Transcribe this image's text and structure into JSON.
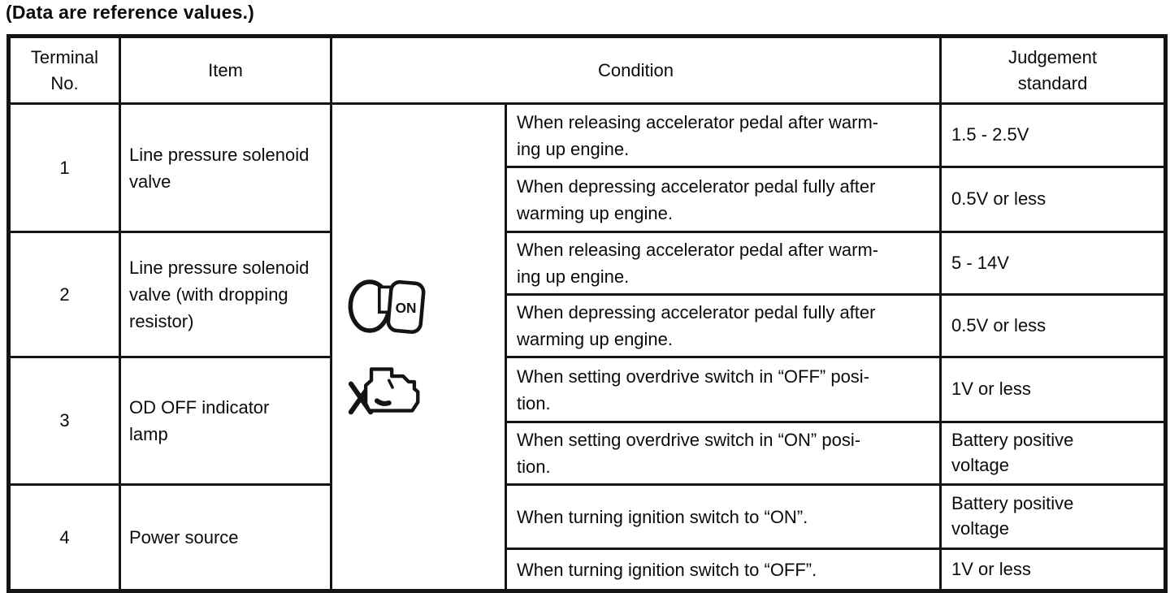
{
  "page_title": "(Data are reference values.)",
  "table": {
    "headers": {
      "terminal": "Terminal\nNo.",
      "item": "Item",
      "condition": "Condition",
      "judgement": "Judgement\nstandard"
    },
    "icons": {
      "ignition_on_label": "ON"
    },
    "rows": [
      {
        "terminal": "1",
        "item": "Line pressure solenoid\nvalve",
        "conditions": [
          {
            "condition": "When releasing accelerator pedal after warm-\ning up engine.",
            "judgement": "1.5 - 2.5V"
          },
          {
            "condition": "When depressing accelerator pedal fully after\nwarming up engine.",
            "judgement": "0.5V or less"
          }
        ]
      },
      {
        "terminal": "2",
        "item": "Line pressure solenoid\nvalve (with dropping\nresistor)",
        "conditions": [
          {
            "condition": "When releasing accelerator pedal after warm-\ning up engine.",
            "judgement": "5 - 14V"
          },
          {
            "condition": "When depressing accelerator pedal fully after\nwarming up engine.",
            "judgement": "0.5V or less"
          }
        ]
      },
      {
        "terminal": "3",
        "item": "OD OFF indicator\nlamp",
        "conditions": [
          {
            "condition": "When setting overdrive switch in “OFF” posi-\ntion.",
            "judgement": "1V or less"
          },
          {
            "condition": "When setting overdrive switch in “ON” posi-\ntion.",
            "judgement": "Battery positive\nvoltage"
          }
        ]
      },
      {
        "terminal": "4",
        "item": "Power source",
        "conditions": [
          {
            "condition": "When turning ignition switch to “ON”.",
            "judgement": "Battery positive\nvoltage"
          },
          {
            "condition": "When turning ignition switch to “OFF”.",
            "judgement": "1V or less"
          }
        ]
      }
    ]
  }
}
